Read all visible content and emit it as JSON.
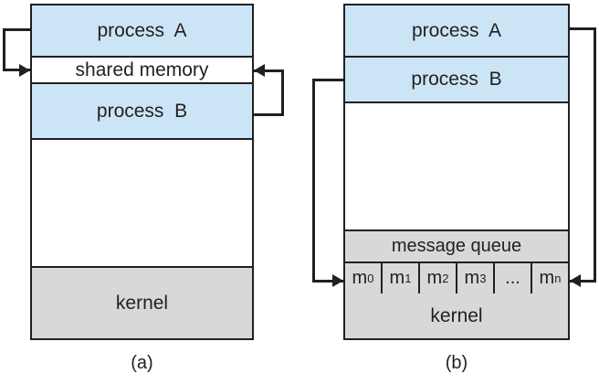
{
  "title": "communication models diagram",
  "colors": {
    "process_fill": "#cbe5f6",
    "kernel_fill": "#d8d8d8",
    "line": "#231f20"
  },
  "diagram_a": {
    "caption": "(a)",
    "process_a": "process  A",
    "shared_memory": "shared memory",
    "process_b": "process  B",
    "kernel": "kernel"
  },
  "diagram_b": {
    "caption": "(b)",
    "process_a": "process  A",
    "process_b": "process  B",
    "message_queue": "message queue",
    "kernel": "kernel",
    "queue_cells": [
      {
        "base": "m",
        "sub": "0"
      },
      {
        "base": "m",
        "sub": "1"
      },
      {
        "base": "m",
        "sub": "2"
      },
      {
        "base": "m",
        "sub": "3"
      },
      {
        "base": "...",
        "sub": ""
      },
      {
        "base": "m",
        "sub": "n"
      }
    ]
  }
}
